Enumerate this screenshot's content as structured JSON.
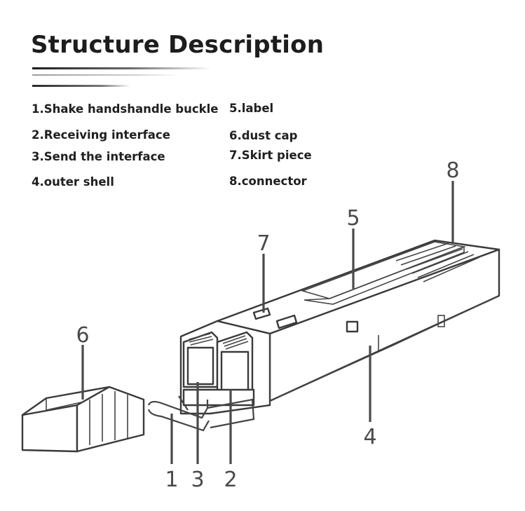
{
  "title": "Structure Description",
  "legend": [
    "1.Shake handshandle buckle",
    "2.Receiving interface",
    "3.Send the interface",
    "4.outer shell",
    "5.label",
    "6.dust cap",
    "7.Skirt piece",
    "8.connector"
  ],
  "callouts": [
    "1",
    "2",
    "3",
    "4",
    "5",
    "6",
    "7",
    "8"
  ]
}
